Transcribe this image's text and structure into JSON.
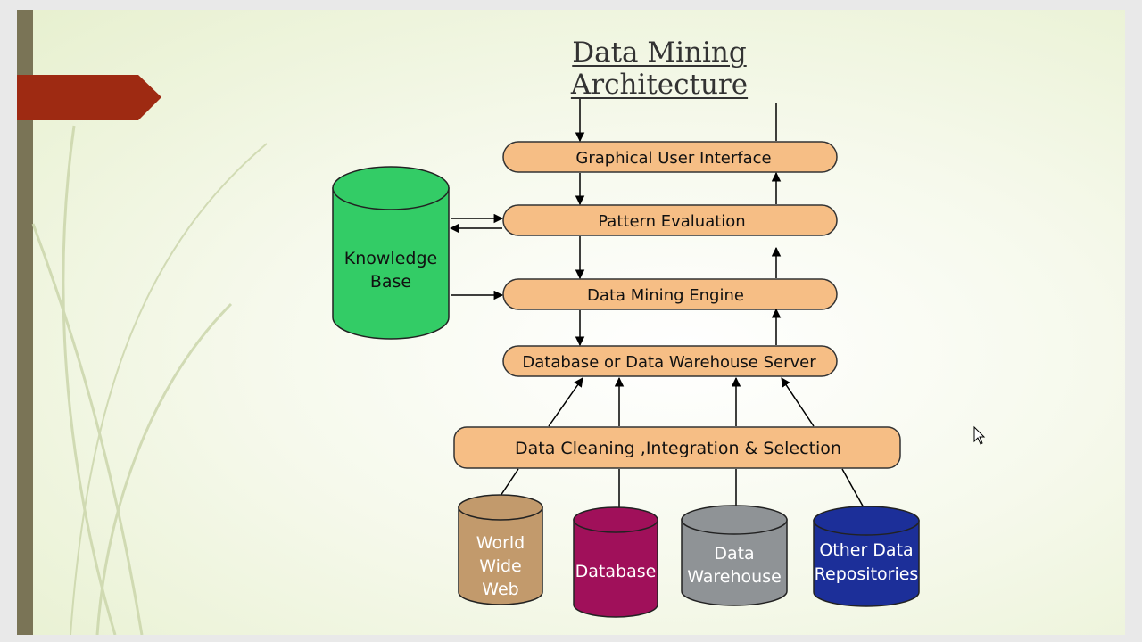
{
  "title": "Data Mining Architecture",
  "colors": {
    "background": "#f6f9ec",
    "left_bar": "#7a7456",
    "arrow_banner": "#9e2a12",
    "layer_fill": "#f6be85",
    "knowledge_base": "#33cc66",
    "world_wide_web": "#c29a6c",
    "database": "#a0105a",
    "data_warehouse": "#8f9396",
    "other_repositories": "#1c2f99"
  },
  "layers": {
    "gui": "Graphical User Interface",
    "pattern_evaluation": "Pattern Evaluation",
    "mining_engine": "Data Mining Engine",
    "db_server": "Database or Data Warehouse Server",
    "cleaning": "Data Cleaning ,Integration & Selection"
  },
  "knowledge_base": {
    "line1": "Knowledge",
    "line2": "Base"
  },
  "sources": {
    "www": {
      "line1": "World",
      "line2": "Wide",
      "line3": "Web"
    },
    "database": "Database",
    "warehouse": {
      "line1": "Data",
      "line2": "Warehouse"
    },
    "other": {
      "line1": "Other Data",
      "line2": "Repositories"
    }
  }
}
